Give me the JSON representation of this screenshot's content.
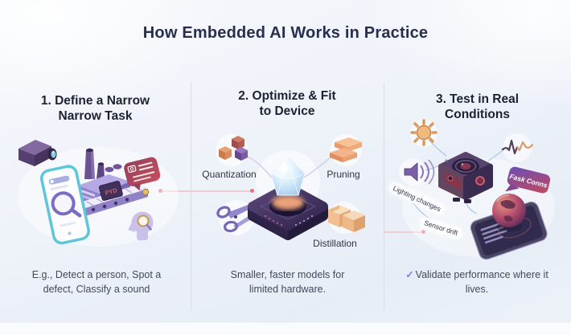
{
  "title": "How Embedded AI Works in Practice",
  "panel1": {
    "heading_line1": "1. Define a Narrow",
    "heading_line2": "Narrow Task",
    "machine_badge": "PYD",
    "caption": "E.g., Detect a person, Spot a defect, Classify a sound"
  },
  "panel2": {
    "heading_line1": "2. Optimize & Fit",
    "heading_line2": "to Device",
    "label_quantization": "Quantization",
    "label_pruning": "Pruning",
    "label_distillation": "Distillation",
    "caption": "Smaller, faster models for limited hardware."
  },
  "panel3": {
    "heading_line1": "3. Test in Real",
    "heading_line2": "Conditions",
    "label_lighting": "Lighting changes",
    "label_sensor": "Sensor drift",
    "bubble_text": "Fask Conns",
    "check_icon": "✓",
    "caption": "Validate performance where it lives."
  },
  "colors": {
    "title_text": "#272e4e",
    "heading_text": "#1d2232",
    "caption_text": "#44495a",
    "label_text": "#2f3445",
    "divider": "#d9dde7",
    "connector_line": "#eeccd2",
    "connector_dot": "#e4737c",
    "check": "#8b7ce8"
  }
}
